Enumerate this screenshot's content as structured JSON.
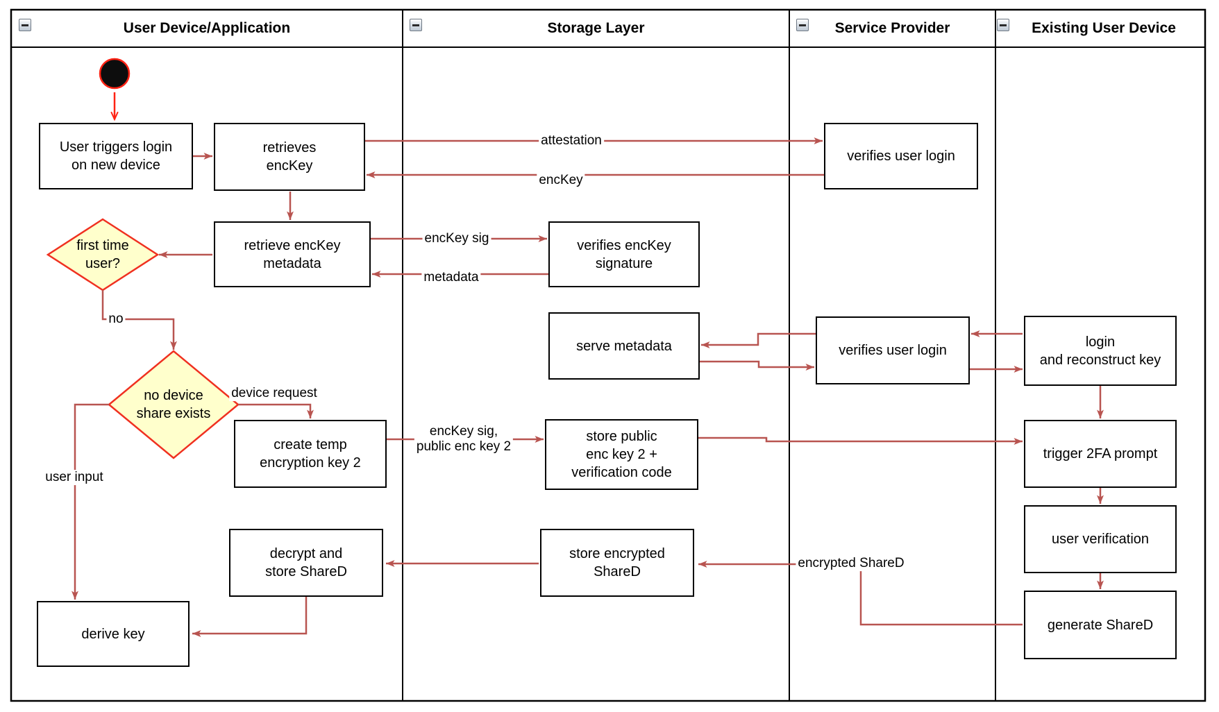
{
  "diagram": {
    "lanes": [
      {
        "label": "User Device/Application"
      },
      {
        "label": "Storage Layer"
      },
      {
        "label": "Service Provider"
      },
      {
        "label": "Existing User Device"
      }
    ],
    "nodes": {
      "user_triggers": "User triggers login\non new device",
      "retrieves_enckey": "retrieves\nencKey",
      "verifies_user_login_1": "verifies user login",
      "retrieve_metadata": "retrieve encKey\nmetadata",
      "verifies_signature": "verifies encKey\nsignature",
      "serve_metadata": "serve metadata",
      "verifies_user_login_2": "verifies user login",
      "login_reconstruct": "login\nand reconstruct key",
      "create_temp_key": "create temp\nencryption key 2",
      "store_public_key": "store public\nenc key 2 +\nverification code",
      "trigger_2fa": "trigger 2FA prompt",
      "user_verification": "user verification",
      "generate_shared": "generate ShareD",
      "store_encrypted": "store encrypted\nShareD",
      "decrypt_store": "decrypt and\nstore ShareD",
      "derive_key": "derive key"
    },
    "decisions": {
      "first_time_user": "first time\nuser?",
      "no_device_share": "no device\nshare exists"
    },
    "edge_labels": {
      "attestation": "attestation",
      "enckey": "encKey",
      "enckey_sig": "encKey sig",
      "metadata": "metadata",
      "no": "no",
      "device_request": "device request",
      "user_input": "user input",
      "enckey_sig_public": "encKey sig,\npublic enc key 2",
      "encrypted_shared": "encrypted ShareD"
    },
    "colors": {
      "arrow": "#B85450",
      "start": "#FF2213",
      "dfill": "#FFFFCC",
      "dstroke": "#F03020"
    }
  }
}
